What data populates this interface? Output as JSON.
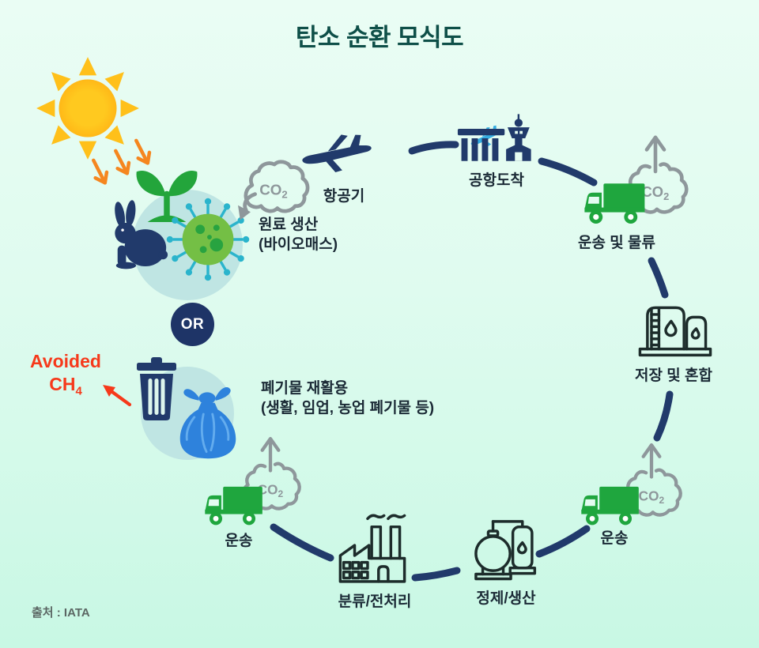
{
  "title": "탄소 순환 모식도",
  "source": "출처 : IATA",
  "or_badge": "OR",
  "co2": {
    "main": "CO",
    "sub": "2"
  },
  "avoided": {
    "word": "Avoided",
    "formula": "CH",
    "subscript": "4"
  },
  "nodes": {
    "feedstock": {
      "line1": "원료 생산",
      "line2": "(바이오매스)"
    },
    "aircraft": {
      "label": "항공기"
    },
    "airport": {
      "label": "공항도착"
    },
    "logistics": {
      "label": "운송 및 물류"
    },
    "storage": {
      "label": "저장 및 혼합"
    },
    "transport_right": {
      "label": "운송"
    },
    "refining": {
      "label": "정제/생산"
    },
    "sorting": {
      "label": "분류/전처리"
    },
    "transport_left": {
      "label": "운송"
    },
    "waste": {
      "line1": "폐기물 재활용",
      "line2": "(생활, 임업, 농업 폐기물 등)"
    }
  },
  "colors": {
    "navy": "#213A6B",
    "title_teal": "#0E4F48",
    "label_dark": "#1B2A36",
    "truck_green": "#1FA63E",
    "plant_green": "#23A53B",
    "cell_green": "#74BF45",
    "spike_teal": "#2AB4CC",
    "teal_circle": "#BFE5E3",
    "cloud_gray": "#8E979B",
    "sun_yellow": "#FFC41E",
    "arrow_orange": "#F5861F",
    "avoided_red": "#F6391B",
    "bag_blue": "#2E82DC",
    "plane_lightblue": "#35AEE3",
    "bg_top": "#EAFDF4",
    "bg_bottom": "#C8F8E4"
  }
}
